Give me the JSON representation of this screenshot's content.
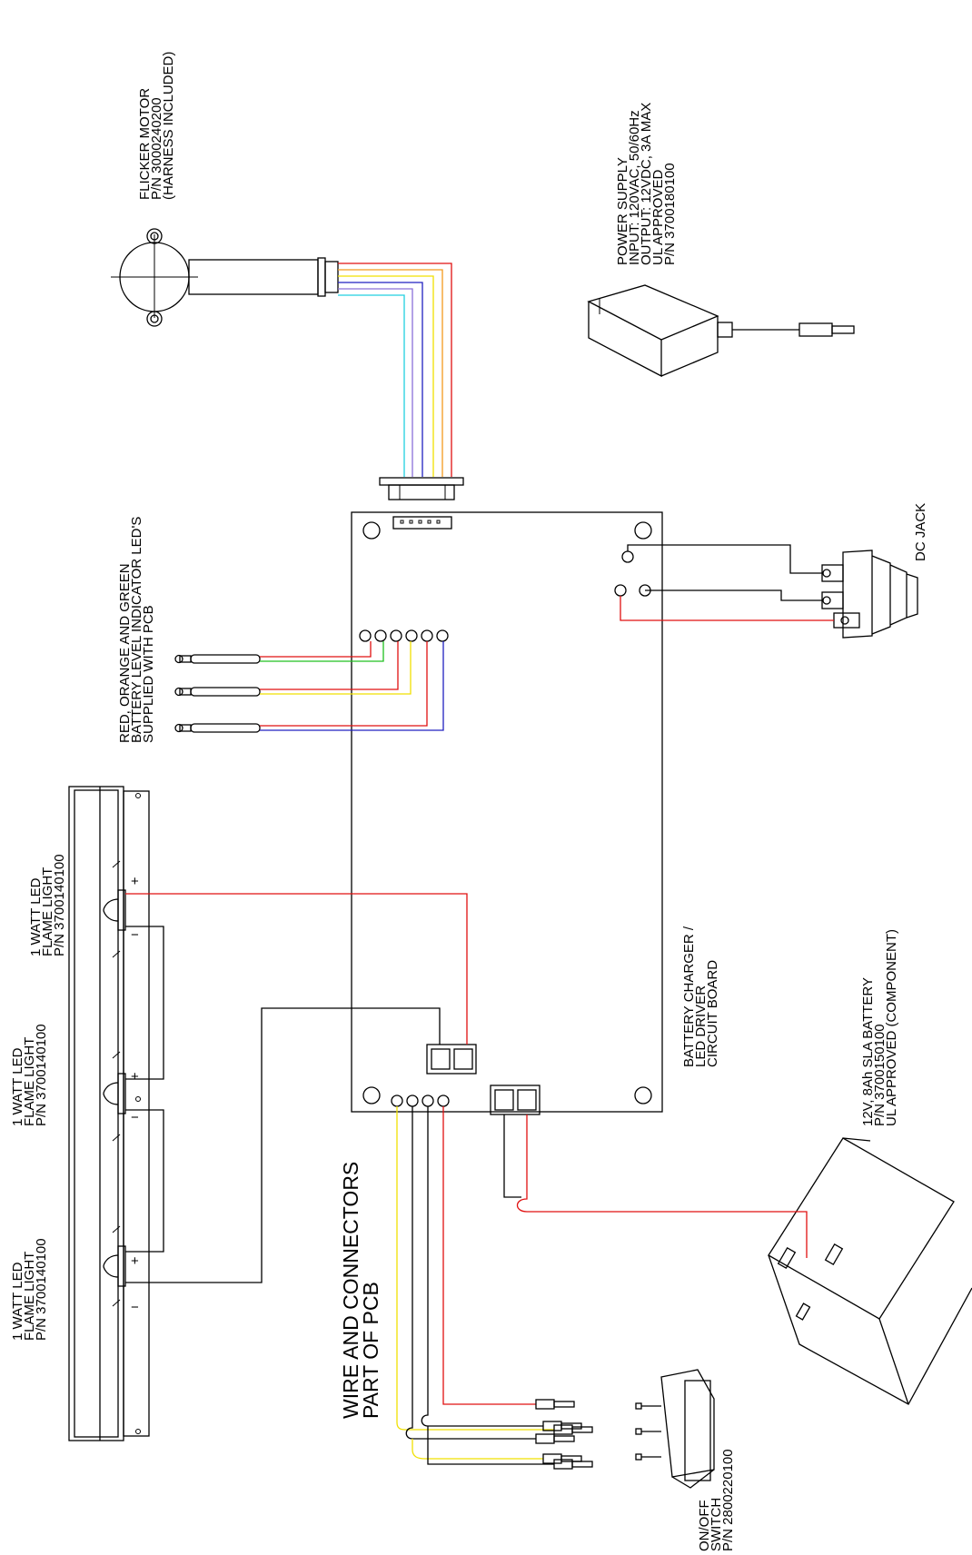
{
  "labels": {
    "flicker_motor": [
      "FLICKER MOTOR",
      "P/N 3000240200",
      "(HARNESS INCLUDED)"
    ],
    "power_supply": [
      "POWER SUPPLY",
      "INPUT: 120VAC, 50/60Hz",
      "OUTPUT: 12VDC, 3A MAX",
      "UL APPROVED",
      "P/N 3700180100"
    ],
    "indicator_leds": [
      "RED, ORANGE AND GREEN",
      "BATTERY LEVEL INDICATOR LED'S",
      "SUPPLIED WITH PCB"
    ],
    "dc_jack": [
      "DC JACK"
    ],
    "led_light_1": [
      "1 WATT LED",
      "FLAME LIGHT",
      "P/N 3700140100"
    ],
    "led_light_2": [
      "1 WATT LED",
      "FLAME LIGHT",
      "P/N 3700140100"
    ],
    "led_light_3": [
      "1 WATT LED",
      "FLAME LIGHT",
      "P/N 3700140100"
    ],
    "circuit_board": [
      "BATTERY CHARGER /",
      "LED DRIVER",
      "CIRCUIT BOARD"
    ],
    "battery": [
      "12V, 8Ah SLA BATTERY",
      "P/N 3700150100",
      "UL APPROVED (COMPONENT)"
    ],
    "wire_connectors": [
      "WIRE AND CONNECTORS",
      "PART OF PCB"
    ],
    "switch": [
      "ON/OFF",
      "SWITCH",
      "P/N 2800220100"
    ],
    "plus_sign": "+",
    "minus_sign": "−"
  },
  "colors": {
    "red": "#e01010",
    "orange": "#f39a1e",
    "yellow": "#f0e000",
    "green": "#20c020",
    "blue": "#2020c0",
    "purple": "#8a6fd8",
    "cyan": "#20d0e0",
    "black": "#000000"
  }
}
